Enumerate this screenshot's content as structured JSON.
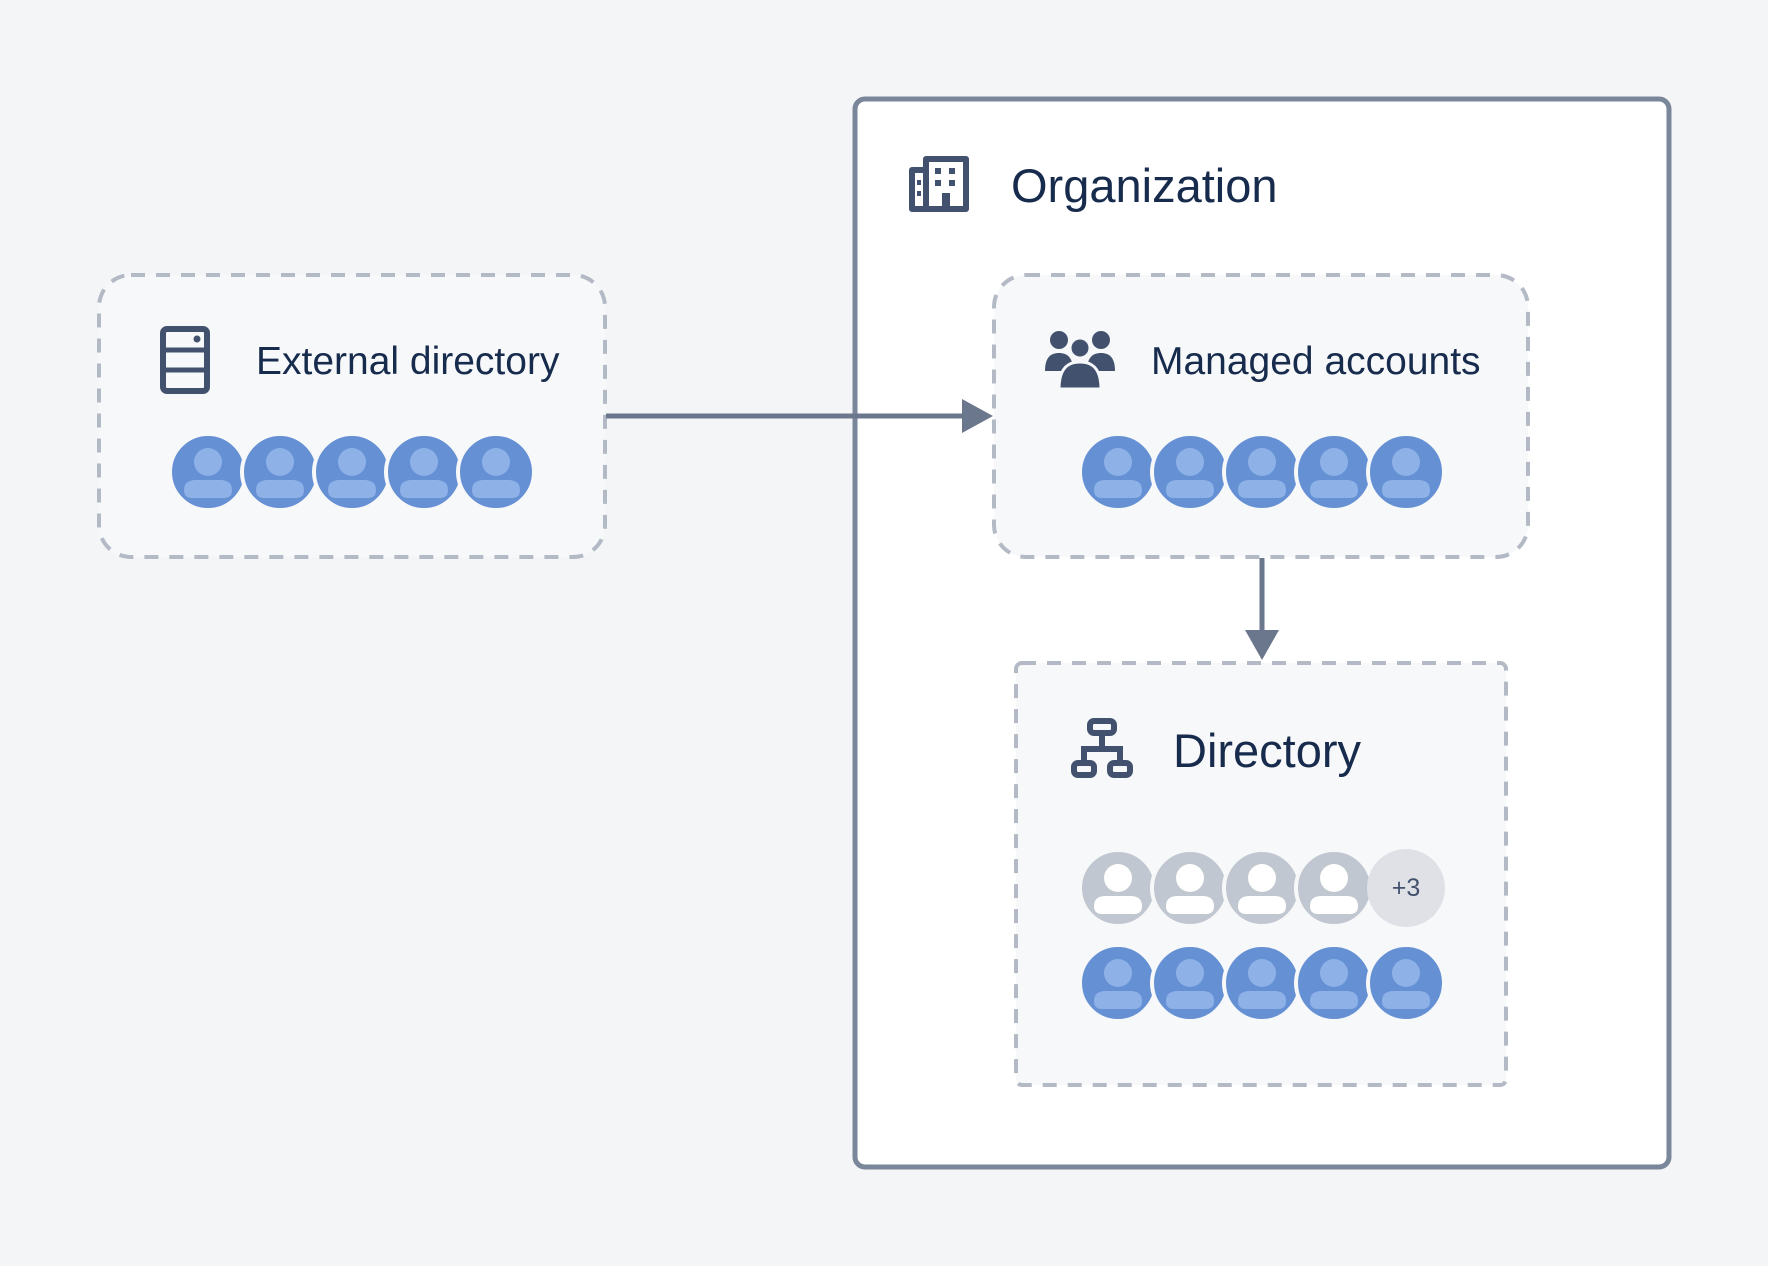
{
  "organization": {
    "title": "Organization",
    "icon": "building-icon"
  },
  "external_directory": {
    "title": "External directory",
    "icon": "server-icon",
    "user_avatars": 5
  },
  "managed_accounts": {
    "title": "Managed accounts",
    "icon": "people-group-icon",
    "user_avatars": 5
  },
  "directory": {
    "title": "Directory",
    "icon": "hierarchy-icon",
    "inactive_user_avatars": 4,
    "more_badge": "+3",
    "active_user_avatars": 5
  },
  "colors": {
    "background": "#f4f5f7",
    "border": "#7a869a",
    "dashed_border": "#b3bac5",
    "text": "#172b4d",
    "icon": "#42526e",
    "avatar_active": "#6590d4",
    "avatar_active_figure": "#8eb2e8",
    "avatar_inactive": "#c1c7d0",
    "avatar_inactive_figure": "#ffffff",
    "arrow": "#6b778c"
  }
}
